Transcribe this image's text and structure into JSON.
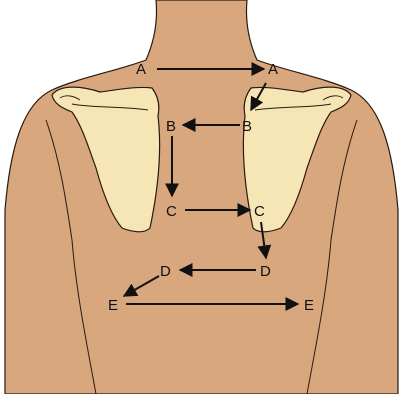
{
  "colors": {
    "skin": "#d9a77e",
    "bone": "#f7e6b5",
    "outline": "#2a1a10",
    "arrow": "#111111"
  },
  "labels": {
    "a_left": "A",
    "a_right": "A",
    "b_left": "B",
    "b_right": "B",
    "c_left": "C",
    "c_right": "C",
    "d_left": "D",
    "d_right": "D",
    "e_left": "E",
    "e_right": "E"
  }
}
